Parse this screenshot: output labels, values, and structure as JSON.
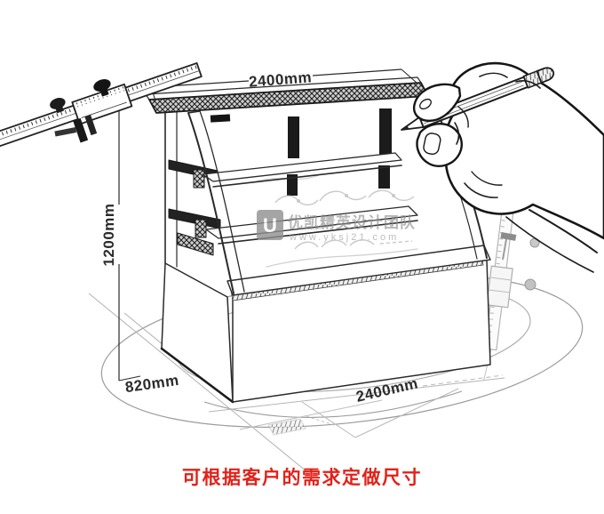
{
  "notice": {
    "text": "可根据客户的需求定做尺寸"
  },
  "dimensions": {
    "top_width": {
      "label": "2400mm"
    },
    "left_height": {
      "label": "1200mm"
    },
    "depth": {
      "label": "820mm"
    },
    "bottom_width": {
      "label": "2400mm"
    }
  },
  "watermark": {
    "logo_glyph": "U",
    "brand": "优凯精英设计团队",
    "url": "www.yksj21.com"
  },
  "colors": {
    "ink": "#2a2a2a",
    "guide_gray": "#a8a8a8",
    "watermark_gray": "#8f8f8f",
    "notice_red": "#e32119",
    "background": "#ffffff"
  }
}
